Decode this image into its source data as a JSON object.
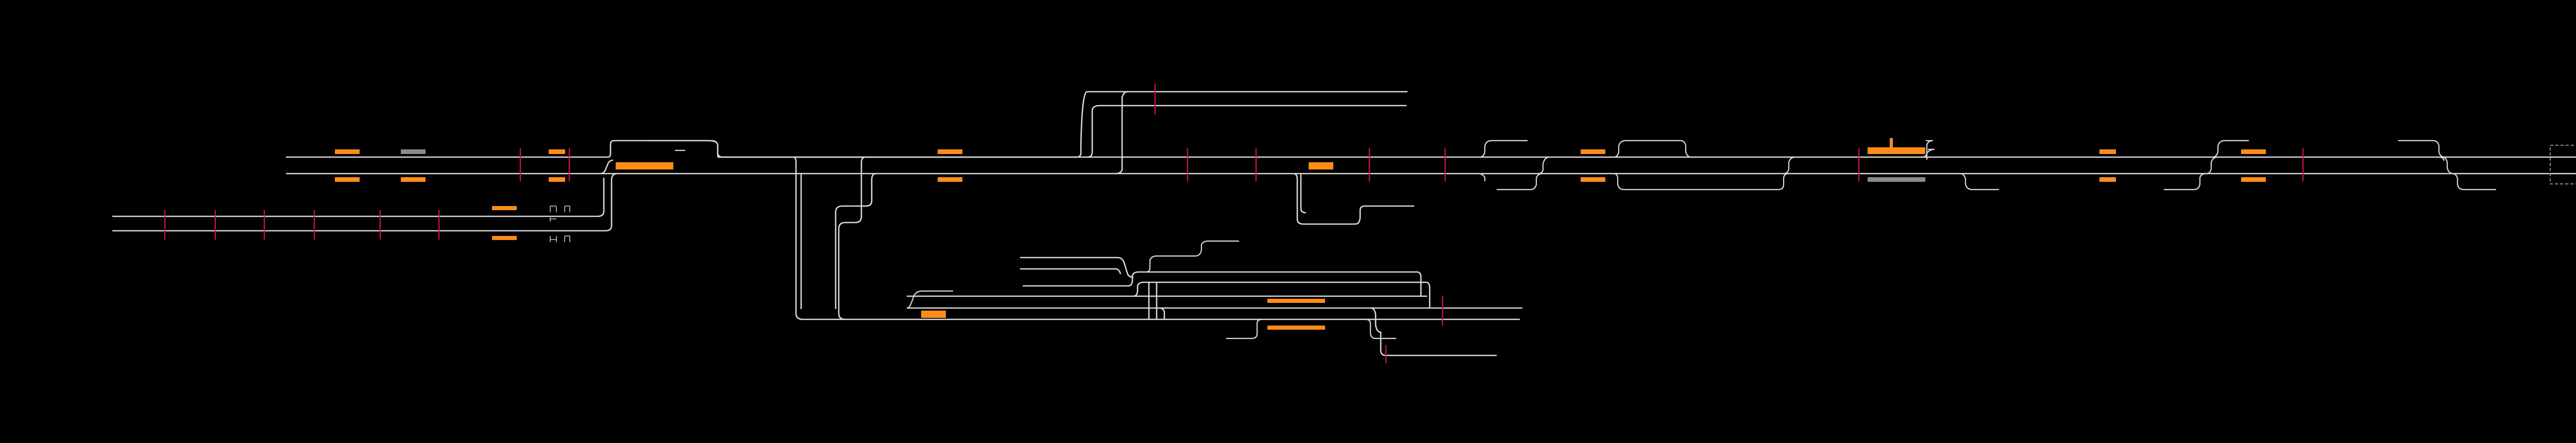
{
  "view": {
    "background": "#000000",
    "colors": {
      "track": "#d9d9d9",
      "platform_active": "#ff8c1a",
      "platform_inactive": "#8a8a8a",
      "signal": "#c8154a",
      "buffer": "#9a9a9a"
    },
    "elements": {
      "tracks": "track-segment",
      "platforms": "platform-marker",
      "signals": "signal-marker",
      "buffer_stops": "buffer-stop-icon"
    }
  }
}
